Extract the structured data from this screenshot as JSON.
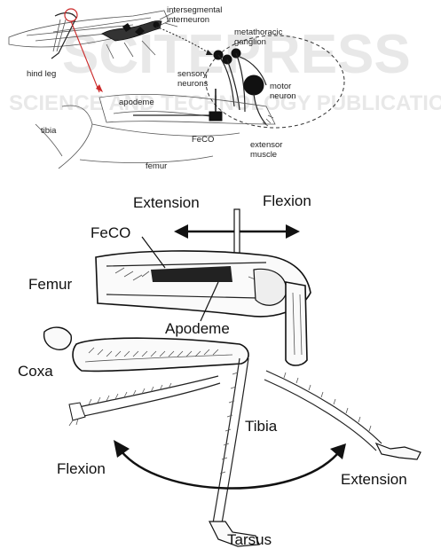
{
  "watermark": {
    "line1": "SCITEPRESS",
    "line2": "SCIENCE AND TECHNOLOGY PUBLICATIONS"
  },
  "top_panel": {
    "labels": {
      "intersegmental_interneuron": [
        "intersegmental",
        "interneuron"
      ],
      "metathoracic_ganglion": [
        "metathoracic",
        "ganglion"
      ],
      "hind_leg": "hind leg",
      "sensory_neurons": [
        "sensory",
        "neurons"
      ],
      "motor_neuron": [
        "motor",
        "neuron"
      ],
      "apodeme": "apodeme",
      "tibia": "tibia",
      "feco": "FeCO",
      "extensor_muscle": [
        "extensor",
        "muscle"
      ],
      "femur": "femur"
    }
  },
  "bottom_panel": {
    "labels": {
      "extension_top": "Extension",
      "flexion_top": "Flexion",
      "feco": "FeCO",
      "femur": "Femur",
      "apodeme": "Apodeme",
      "coxa": "Coxa",
      "tibia": "Tibia",
      "flexion_bottom": "Flexion",
      "extension_bottom": "Extension",
      "tarsus": "Tarsus"
    }
  },
  "colors": {
    "highlight_red": "#cc2a2a",
    "ink": "#111111"
  }
}
